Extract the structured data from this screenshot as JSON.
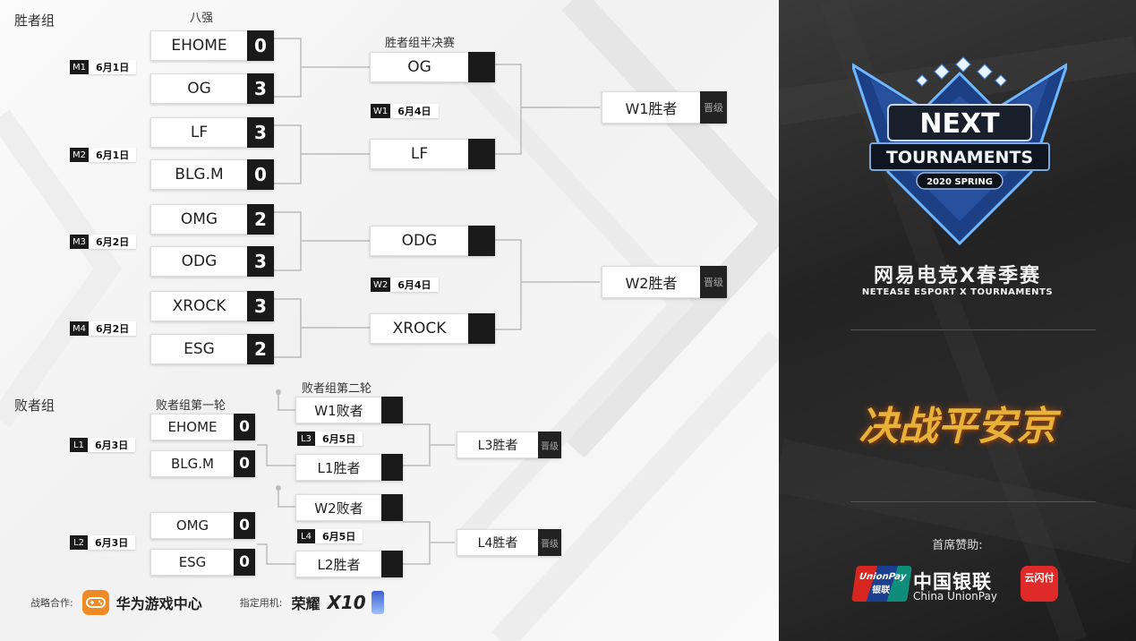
{
  "winners_bracket": {
    "title": "胜者组",
    "round1_title": "八强",
    "semis_title": "胜者组半决赛",
    "matches": [
      {
        "id": "M1",
        "date": "6月1日",
        "teams": [
          {
            "name": "EHOME",
            "score": "0"
          },
          {
            "name": "OG",
            "score": "3"
          }
        ]
      },
      {
        "id": "M2",
        "date": "6月1日",
        "teams": [
          {
            "name": "LF",
            "score": "3"
          },
          {
            "name": "BLG.M",
            "score": "0"
          }
        ]
      },
      {
        "id": "M3",
        "date": "6月2日",
        "teams": [
          {
            "name": "OMG",
            "score": "2"
          },
          {
            "name": "ODG",
            "score": "3"
          }
        ]
      },
      {
        "id": "M4",
        "date": "6月2日",
        "teams": [
          {
            "name": "XROCK",
            "score": "3"
          },
          {
            "name": "ESG",
            "score": "2"
          }
        ]
      }
    ],
    "semis": [
      {
        "id": "W1",
        "date": "6月4日",
        "teams": [
          {
            "name": "OG",
            "score": ""
          },
          {
            "name": "LF",
            "score": ""
          }
        ],
        "winner": "W1胜者",
        "advance": "晋级"
      },
      {
        "id": "W2",
        "date": "6月4日",
        "teams": [
          {
            "name": "ODG",
            "score": ""
          },
          {
            "name": "XROCK",
            "score": ""
          }
        ],
        "winner": "W2胜者",
        "advance": "晋级"
      }
    ]
  },
  "losers_bracket": {
    "title": "败者组",
    "round1_title": "败者组第一轮",
    "round2_title": "败者组第二轮",
    "round1": [
      {
        "id": "L1",
        "date": "6月3日",
        "teams": [
          {
            "name": "EHOME",
            "score": "0"
          },
          {
            "name": "BLG.M",
            "score": "0"
          }
        ]
      },
      {
        "id": "L2",
        "date": "6月3日",
        "teams": [
          {
            "name": "OMG",
            "score": "0"
          },
          {
            "name": "ESG",
            "score": "0"
          }
        ]
      }
    ],
    "round2": [
      {
        "id": "L3",
        "date": "6月5日",
        "teams": [
          {
            "name": "W1败者",
            "score": ""
          },
          {
            "name": "L1胜者",
            "score": ""
          }
        ],
        "winner": "L3胜者",
        "advance": "晋级"
      },
      {
        "id": "L4",
        "date": "6月5日",
        "teams": [
          {
            "name": "W2败者",
            "score": ""
          },
          {
            "name": "L2胜者",
            "score": ""
          }
        ],
        "winner": "L4胜者",
        "advance": "晋级"
      }
    ]
  },
  "footer": {
    "partner_label": "战略合作:",
    "partner_name": "华为游戏中心",
    "device_label": "指定用机:",
    "device_name": "荣耀",
    "device_model": "X10"
  },
  "brand": {
    "logo_line1": "NEXT",
    "logo_line2": "TOURNAMENTS",
    "logo_line3": "2020 SPRING",
    "title_cn": "网易电竞X春季赛",
    "title_en": "NETEASE ESPORT X TOURNAMENTS",
    "game_title": "决战平安京",
    "sponsor_label": "首席赞助:",
    "sponsor_cn": "中国银联",
    "sponsor_en": "China UnionPay",
    "unionpay_badge_top": "UnionPay",
    "unionpay_badge_bottom": "银联",
    "cloudpay_badge": "云闪付"
  },
  "colors": {
    "dark": "#1a1a1a",
    "accent_blue": "#2d8cf0",
    "unionpay_red": "#d7261f",
    "partner_orange": "#f08a24"
  }
}
